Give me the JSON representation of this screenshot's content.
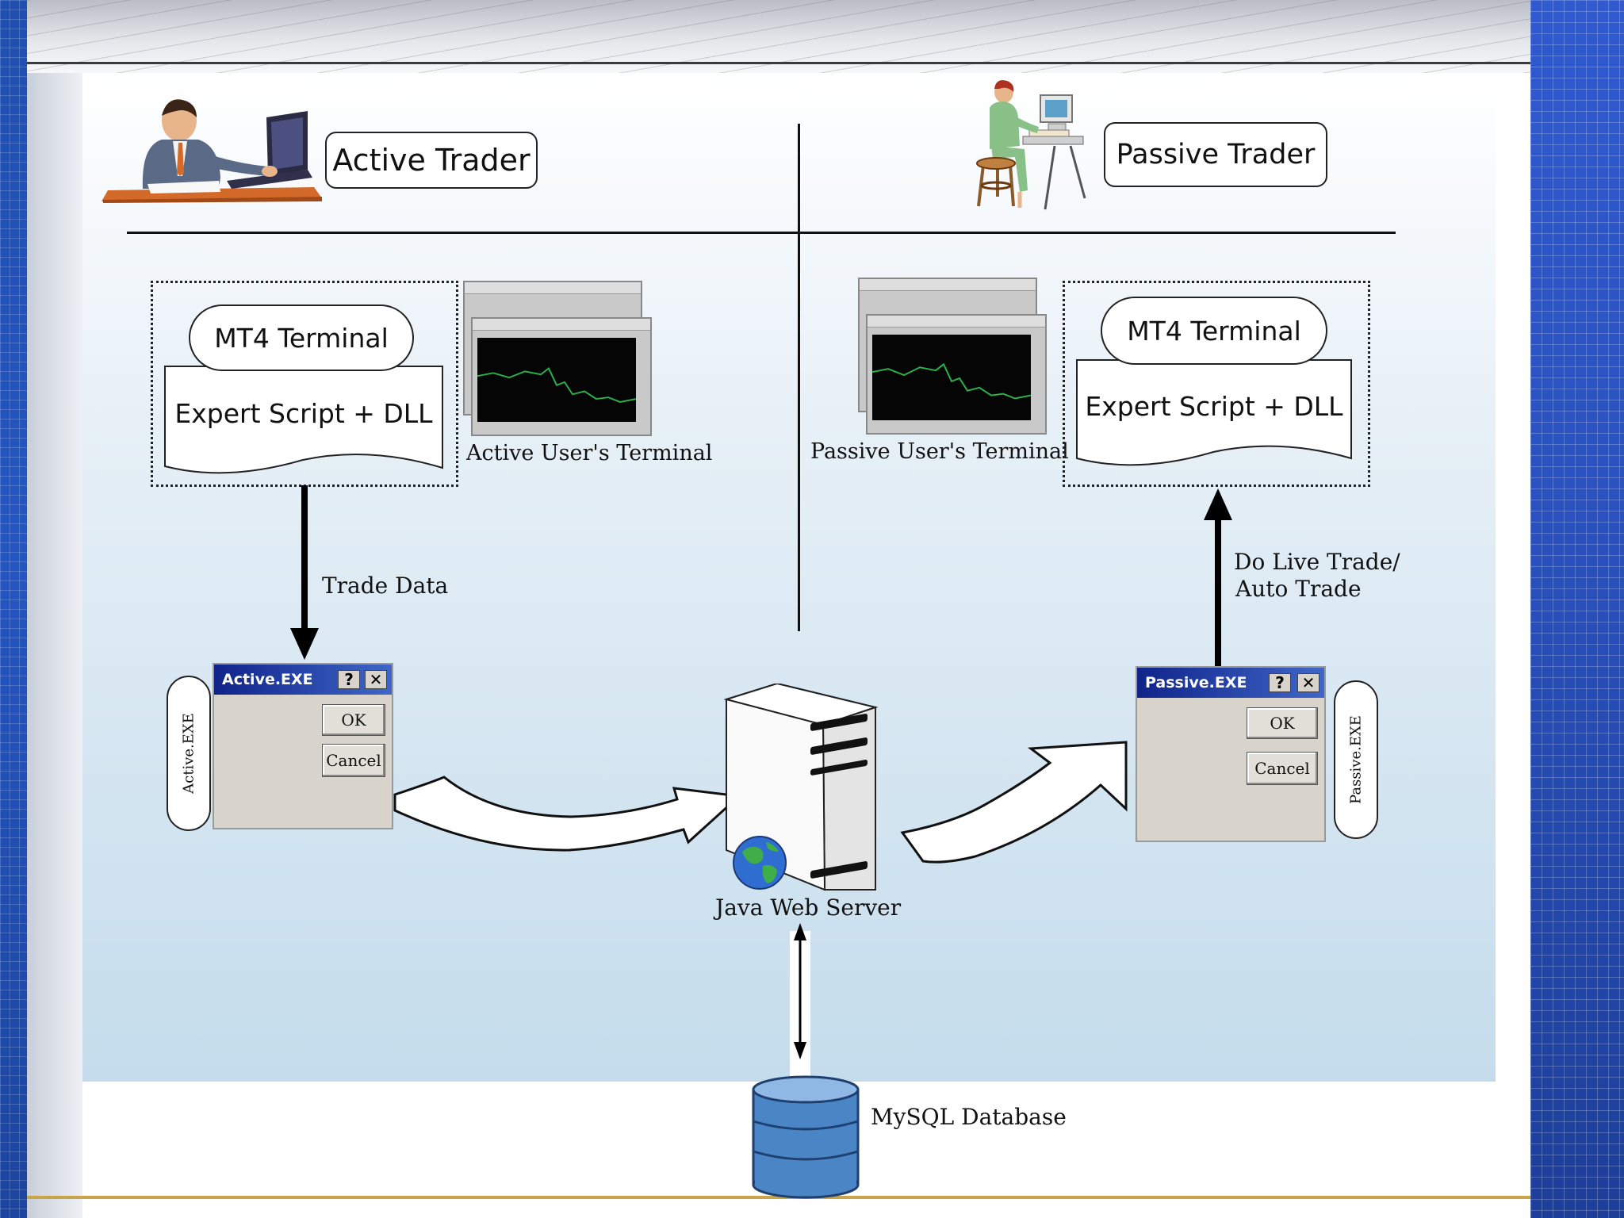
{
  "active": {
    "title": "Active Trader",
    "mt4_title": "MT4 Terminal",
    "mt4_body": "Expert Script + DLL",
    "terminal_caption": "Active User's Terminal",
    "arrow_label": "Trade Data",
    "dialog": {
      "title": "Active.EXE",
      "help_glyph": "?",
      "close_glyph": "✕",
      "ok_label": "OK",
      "cancel_label": "Cancel",
      "side_label": "Active.EXE"
    }
  },
  "passive": {
    "title": "Passive Trader",
    "mt4_title": "MT4 Terminal",
    "mt4_body": "Expert Script + DLL",
    "terminal_caption": "Passive User's Terminal",
    "arrow_label_line1": "Do Live Trade/",
    "arrow_label_line2": "Auto Trade",
    "dialog": {
      "title": "Passive.EXE",
      "help_glyph": "?",
      "close_glyph": "✕",
      "ok_label": "OK",
      "cancel_label": "Cancel",
      "side_label": "Passive.EXE"
    }
  },
  "server": {
    "label": "Java Web Server"
  },
  "database": {
    "label": "MySQL Database"
  },
  "colors": {
    "side_blue": "#2456c2",
    "dialog_title": "#10248a",
    "panel_bottom": "#c4dcec",
    "db_blue": "#4a86c6",
    "chart_line": "#2bb04a"
  },
  "icons": {
    "active_person": "man-at-laptop-icon",
    "passive_person": "woman-at-computer-icon",
    "server": "server-tower-icon",
    "globe": "globe-icon",
    "database": "database-cylinder-icon"
  }
}
